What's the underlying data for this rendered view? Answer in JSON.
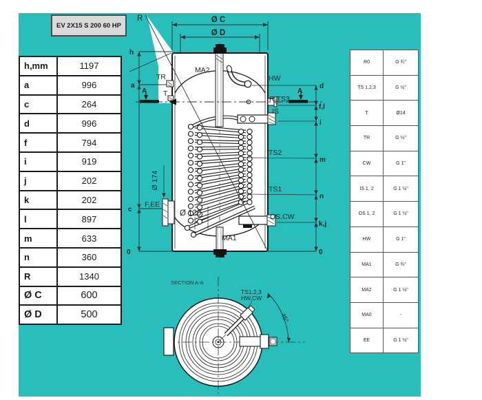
{
  "colors": {
    "teal": "#28bebc",
    "model_box_fill": "#d9d9d9",
    "line": "#1b1b1b"
  },
  "model_box": {
    "label": "EV 2X15 S 200 60 HP"
  },
  "dimensions_table": {
    "rows": [
      {
        "label": "h,mm",
        "value": "1197",
        "bold": false
      },
      {
        "label": "a",
        "value": "996",
        "bold": false
      },
      {
        "label": "c",
        "value": "264",
        "bold": false
      },
      {
        "label": "d",
        "value": "996",
        "bold": false
      },
      {
        "label": "f",
        "value": "794",
        "bold": false
      },
      {
        "label": "i",
        "value": "919",
        "bold": false
      },
      {
        "label": "j",
        "value": "202",
        "bold": false
      },
      {
        "label": "k",
        "value": "202",
        "bold": false
      },
      {
        "label": "l",
        "value": "897",
        "bold": false
      },
      {
        "label": "m",
        "value": "633",
        "bold": false
      },
      {
        "label": "n",
        "value": "360",
        "bold": false
      },
      {
        "label": "R",
        "value": "1340",
        "bold": false
      },
      {
        "label": "Ø C",
        "value": "600",
        "bold": true
      },
      {
        "label": "Ø D",
        "value": "500",
        "bold": true
      }
    ]
  },
  "connections_table": {
    "rows": [
      {
        "label": "R0",
        "value": "G ¾\""
      },
      {
        "label": "TS 1,2,3",
        "value": "G ½\""
      },
      {
        "label": "T",
        "value": "Ø14"
      },
      {
        "label": "TR",
        "value": "G ½\""
      },
      {
        "label": "CW",
        "value": "G 1\""
      },
      {
        "label": "IS 1, 2",
        "value": "G 1 ½\""
      },
      {
        "label": "OS 1, 2",
        "value": "G 1 ½\""
      },
      {
        "label": "HW",
        "value": "G 1\""
      },
      {
        "label": "MA1",
        "value": "G ¾\""
      },
      {
        "label": "MA2",
        "value": "G 1 ½\""
      },
      {
        "label": "MA0",
        "value": "-"
      },
      {
        "label": "EE",
        "value": "G 1 ½\""
      }
    ]
  },
  "drawing": {
    "labels": {
      "r": "R",
      "h": "h",
      "a": "a",
      "c": "c",
      "zero": "0",
      "dia_c": "Ø C",
      "dia_d": "Ø D",
      "ma2": "MA2",
      "tr": "TR",
      "t": "T",
      "hw": "HW",
      "r_ts3": "R,TS3",
      "is": "IS",
      "ts2": "TS2",
      "ts1": "TS1",
      "os_cw": "OS,CW",
      "f_ee": "F,EE",
      "dia_174": "Ø 174",
      "dia_120": "Ø 120",
      "ma1": "MA1",
      "a_marker": "A",
      "d": "d",
      "f_l": "f,l",
      "i": "i",
      "m": "m",
      "n": "n",
      "k_j": "k,j"
    },
    "section": {
      "title": "SECTION A-A",
      "conn_line1": "TS1,2,3",
      "conn_line2": "HW,CW",
      "angle": "45°"
    }
  }
}
